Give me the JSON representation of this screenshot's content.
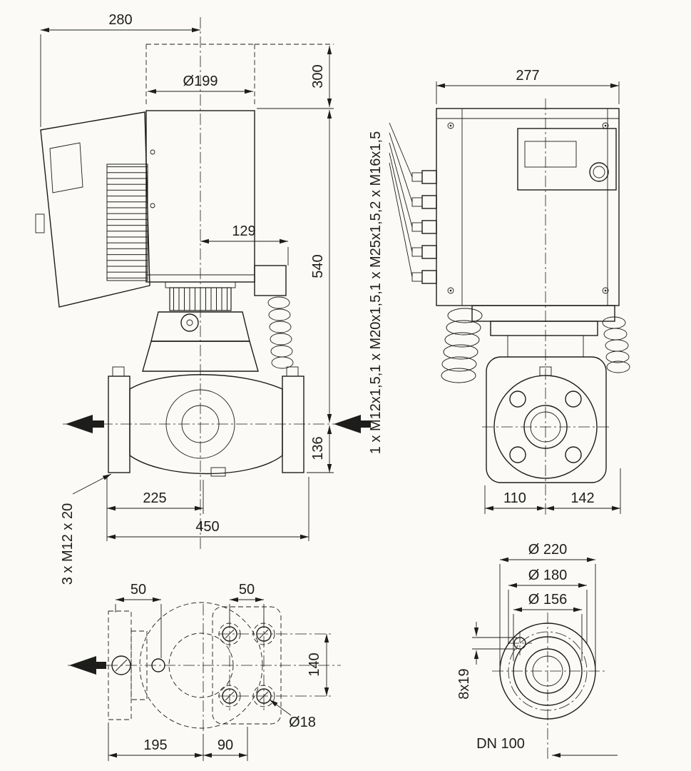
{
  "drawing": {
    "side_view": {
      "dim_width": "280",
      "dim_motor_dia": "Ø199",
      "dim_clearance_height": "300",
      "dim_terminal_box": "129",
      "dim_total_height": "540",
      "dim_base_height": "136",
      "dim_flange_to_center": "225",
      "dim_port_to_port": "450",
      "note_foot_bolts": "3 x M12 x 20"
    },
    "front_view": {
      "dim_width": "277",
      "note_cable_glands": "1 x M12x1,5,1 x M20x1,5,1 x M25x1,5,2 x M16x1,5",
      "dim_center_to_left": "110",
      "dim_center_to_right": "142"
    },
    "plan_view": {
      "dim_hole_offset_a": "50",
      "dim_hole_offset_b": "50",
      "dim_hole_pitch": "140",
      "dim_length_a": "195",
      "dim_length_b": "90",
      "dim_hole_dia": "Ø18"
    },
    "flange_view": {
      "dim_outer_dia": "Ø 220",
      "dim_bolt_circle": "Ø 180",
      "dim_hub_dia": "Ø 156",
      "dim_bolt_slot": "8x19",
      "label_nominal_dia": "DN 100"
    },
    "colors": {
      "line": "#1d1d1b",
      "background": "#fbfaf6"
    }
  }
}
